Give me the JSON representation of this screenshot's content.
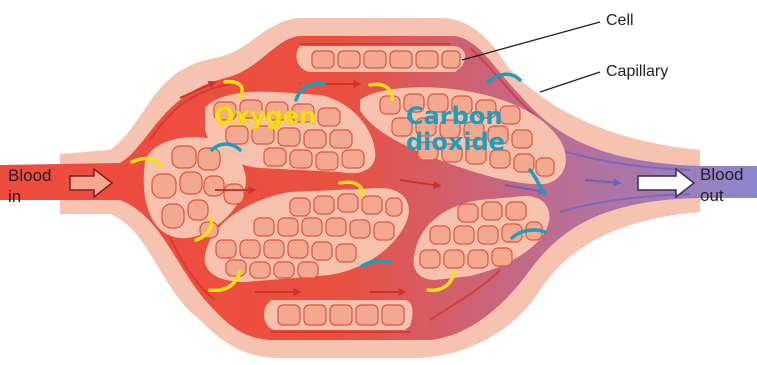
{
  "labels": {
    "cell": "Cell",
    "capillary": "Capillary",
    "blood_in_1": "Blood",
    "blood_in_2": "in",
    "blood_out_1": "Blood",
    "blood_out_2": "out",
    "oxygen": "Oxygen",
    "carbon_1": "Carbon",
    "carbon_2": "dioxide"
  },
  "colors": {
    "tissue": "#f6c1ad",
    "artery": "#ef4b3f",
    "artery_dark": "#e23d33",
    "vein": "#8c86cf",
    "cell_fill": "#f3a98f",
    "cell_nucleus": "#f08b74",
    "cell_stroke": "#e0533f",
    "oxygen_text": "#f4e012",
    "co2_text": "#1aa0bf",
    "oxygen_arrow": "#f4e012",
    "co2_arrow": "#1aa0bf"
  }
}
